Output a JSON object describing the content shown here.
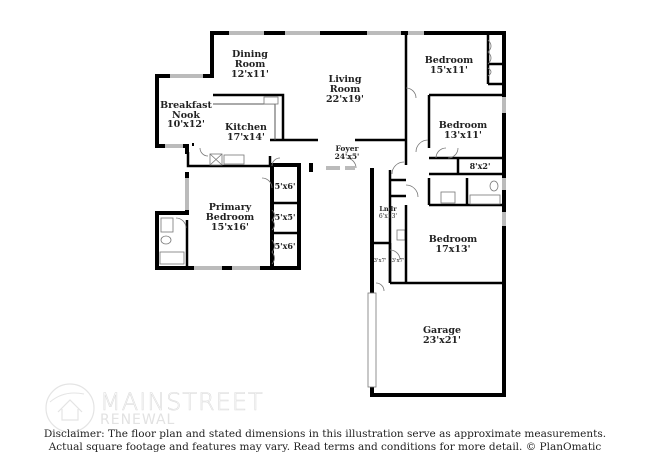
{
  "floor_plan": {
    "rooms": [
      {
        "id": "dining-room",
        "name_lines": [
          "Dining",
          "Room"
        ],
        "dimensions": "12'x11'"
      },
      {
        "id": "living-room",
        "name_lines": [
          "Living",
          "Room"
        ],
        "dimensions": "22'x19'"
      },
      {
        "id": "breakfast-nook",
        "name_lines": [
          "Breakfast",
          "Nook"
        ],
        "dimensions": "10'x12'"
      },
      {
        "id": "kitchen",
        "name_lines": [
          "Kitchen"
        ],
        "dimensions": "17'x14'"
      },
      {
        "id": "foyer",
        "name_lines": [
          "Foyer"
        ],
        "dimensions": "24'x5'"
      },
      {
        "id": "bedroom-1",
        "name_lines": [
          "Bedroom"
        ],
        "dimensions": "15'x11'"
      },
      {
        "id": "bedroom-2",
        "name_lines": [
          "Bedroom"
        ],
        "dimensions": "13'x11'"
      },
      {
        "id": "closet-8x2",
        "name_lines": [],
        "dimensions": "8'x2'"
      },
      {
        "id": "primary-bedroom",
        "name_lines": [
          "Primary",
          "Bedroom"
        ],
        "dimensions": "15'x16'"
      },
      {
        "id": "closet-a",
        "name_lines": [],
        "dimensions": "5'x6'"
      },
      {
        "id": "closet-b",
        "name_lines": [],
        "dimensions": "5'x5'"
      },
      {
        "id": "closet-c",
        "name_lines": [],
        "dimensions": "5'x6'"
      },
      {
        "id": "laundry",
        "name_lines": [
          "Lndr"
        ],
        "dimensions": "6'x13'"
      },
      {
        "id": "closet-3x7-a",
        "name_lines": [],
        "dimensions": "3'x7'"
      },
      {
        "id": "closet-3x7-b",
        "name_lines": [],
        "dimensions": "3'x7'"
      },
      {
        "id": "bedroom-3",
        "name_lines": [
          "Bedroom"
        ],
        "dimensions": "17x13'"
      },
      {
        "id": "garage",
        "name_lines": [
          "Garage"
        ],
        "dimensions": "23'x21'"
      }
    ]
  },
  "watermark": {
    "line1": "MAINSTREET",
    "line2": "RENEWAL"
  },
  "disclaimer": {
    "line1": "Disclaimer: The floor plan and stated dimensions in this illustration serve as approximate measurements.",
    "line2": "Actual square footage and features may vary. Read terms and conditions for more detail. © PlanOmatic"
  }
}
